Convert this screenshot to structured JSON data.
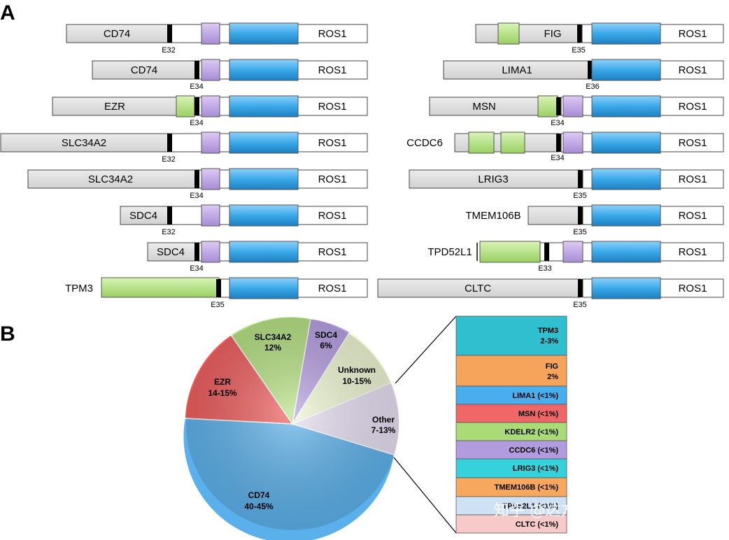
{
  "panels": {
    "a": "A",
    "b": "B"
  },
  "colors": {
    "grey": "#dedede",
    "white": "#ffffff",
    "green": "#b3e27e",
    "purple": "#b99fe0",
    "blue": "#3aa9e8",
    "black": "#000000"
  },
  "fusions_left": [
    {
      "label": "CD74",
      "exon": "E32"
    },
    {
      "label": "CD74",
      "exon": "E34"
    },
    {
      "label": "EZR",
      "exon": "E34"
    },
    {
      "label": "SLC34A2",
      "exon": "E32"
    },
    {
      "label": "SLC34A2",
      "exon": "E34"
    },
    {
      "label": "SDC4",
      "exon": "E32"
    },
    {
      "label": "SDC4",
      "exon": "E34"
    },
    {
      "label": "TPM3",
      "exon": "E35"
    }
  ],
  "fusions_right": [
    {
      "label": "FIG",
      "exon": "E35"
    },
    {
      "label": "LIMA1",
      "exon": "E36"
    },
    {
      "label": "MSN",
      "exon": "E34"
    },
    {
      "label": "CCDC6",
      "exon": "E34"
    },
    {
      "label": "LRIG3",
      "exon": "E35"
    },
    {
      "label": "TMEM106B",
      "exon": "E35"
    },
    {
      "label": "TPD52L1",
      "exon": "E33"
    },
    {
      "label": "CLTC",
      "exon": "E35"
    }
  ],
  "partner_label": "ROS1",
  "pie": {
    "slices": [
      {
        "name": "CD74",
        "value": "40-45%",
        "color": "#5ab0ea"
      },
      {
        "name": "EZR",
        "value": "14-15%",
        "color": "#ee5a5a"
      },
      {
        "name": "SLC34A2",
        "value": "12%",
        "color": "#b3e07e"
      },
      {
        "name": "SDC4",
        "value": "6%",
        "color": "#b49ce0"
      },
      {
        "name": "Unknown",
        "value": "10-15%",
        "color": "#eef7d2"
      },
      {
        "name": "Other",
        "value": "7-13%",
        "color": "#e6dff3"
      }
    ]
  },
  "stack": [
    {
      "name": "TPM3",
      "value": "2-3%",
      "color": "#2fbfcf"
    },
    {
      "name": "FIG",
      "value": "2%",
      "color": "#f6a35c"
    },
    {
      "name": "LIMA1 (<1%)",
      "color": "#4aaeee"
    },
    {
      "name": "MSN (<1%)",
      "color": "#ef6767"
    },
    {
      "name": "KDELR2 (<1%)",
      "color": "#a9dc77"
    },
    {
      "name": "CCDC6 (<1%)",
      "color": "#b39bdf"
    },
    {
      "name": "LRIG3 (<1%)",
      "color": "#36d2dc"
    },
    {
      "name": "TMEM106B (<1%)",
      "color": "#f7a85e"
    },
    {
      "name": "TPD52L1 (<1%)",
      "color": "#cfe2f5"
    },
    {
      "name": "CLTC (<1%)",
      "color": "#f7c9c9"
    }
  ],
  "watermark": "知乎 @达方葉诊哲希慧缘"
}
